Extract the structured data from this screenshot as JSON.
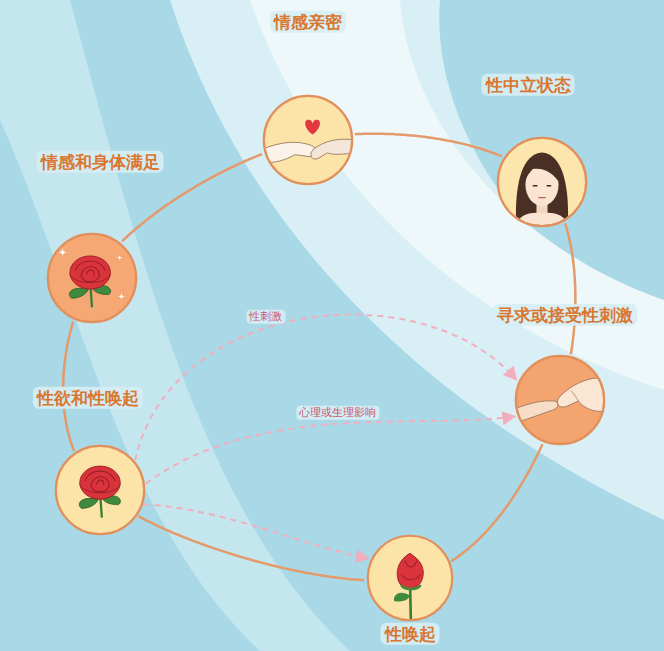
{
  "diagram": {
    "nodes": [
      {
        "text": [
          "情感亲密"
        ]
      },
      {
        "text": [
          "性中立状态"
        ]
      },
      {
        "text": [
          "寻求或接受性刺激"
        ]
      },
      {
        "text": [
          "性唤起"
        ]
      },
      {
        "text": [
          "性欲和性唤起"
        ]
      },
      {
        "text": [
          "情感和身体满足"
        ]
      }
    ],
    "edges": [
      {
        "from": 0,
        "to": 1,
        "arrow": "none"
      },
      {
        "from": 1,
        "to": 2,
        "arrow": "none"
      },
      {
        "from": 2,
        "to": 3,
        "arrow": "none"
      },
      {
        "from": 3,
        "to": 4,
        "arrow": "none"
      },
      {
        "from": 4,
        "to": 5,
        "arrow": "none"
      },
      {
        "from": 5,
        "to": 0,
        "arrow": "none"
      },
      {
        "from": 4,
        "to": 2,
        "arrow": "to",
        "label": "性刺激"
      },
      {
        "from": 4,
        "to": 2,
        "arrow": "to",
        "label": "心理或生理影响"
      },
      {
        "from": 4,
        "to": 3,
        "arrow": "to"
      }
    ]
  }
}
